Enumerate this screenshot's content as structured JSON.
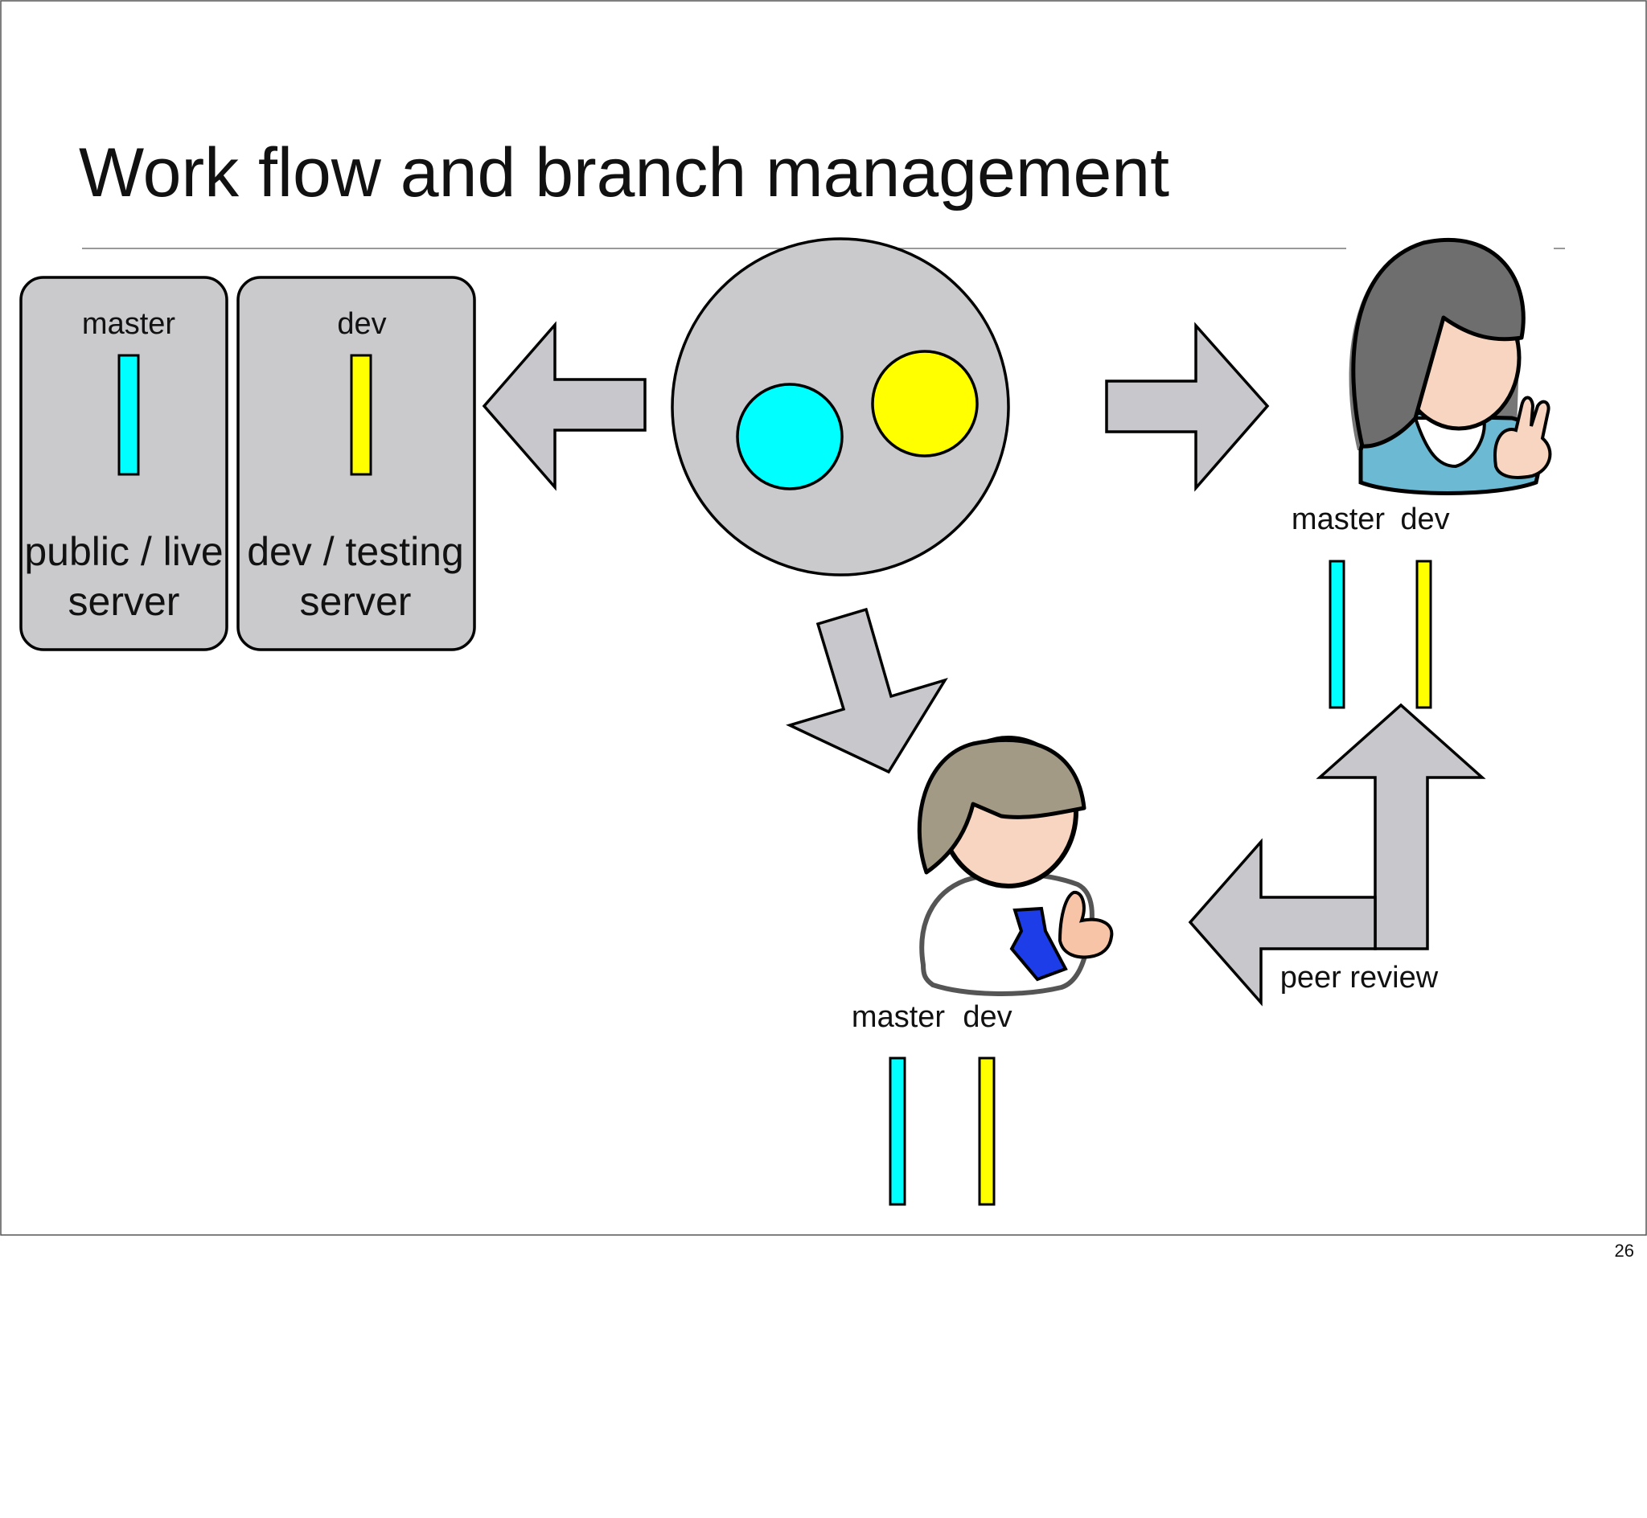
{
  "slide": {
    "title": "Work flow and branch management",
    "page_number": "26"
  },
  "colors": {
    "master": "#00FFFF",
    "dev": "#FFFF00",
    "panel": "#CACACD",
    "arrow": "#C8C8CC",
    "outline": "#000000"
  },
  "servers": [
    {
      "branch": "master",
      "name_line1": "public / live",
      "name_line2": "server",
      "bar_color": "#00FFFF"
    },
    {
      "branch": "dev",
      "name_line1": "dev / testing",
      "name_line2": "server",
      "bar_color": "#FFFF00"
    }
  ],
  "central_repo": {
    "circles": [
      "#00FFFF",
      "#FFFF00"
    ]
  },
  "developers": [
    {
      "role": "female-developer",
      "labels": [
        "master",
        "dev"
      ]
    },
    {
      "role": "male-developer",
      "labels": [
        "master",
        "dev"
      ]
    }
  ],
  "peer_review": {
    "label": "peer review"
  },
  "icons": [
    "arrow-left-icon",
    "arrow-right-icon",
    "arrow-down-icon",
    "arrow-up-icon",
    "female-developer-icon",
    "male-developer-icon"
  ]
}
